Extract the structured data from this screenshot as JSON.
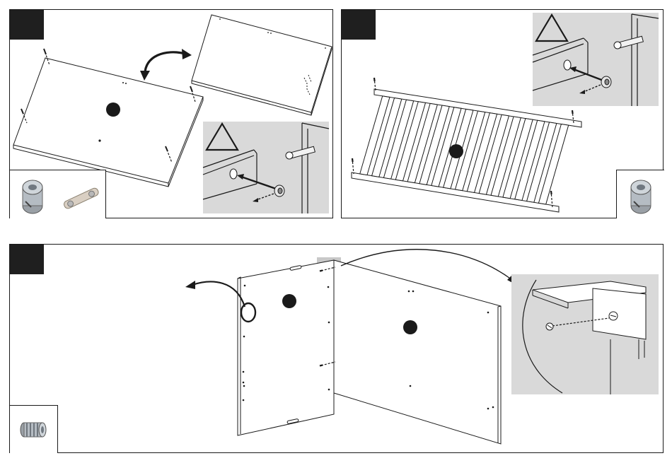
{
  "page": {
    "background": "#ffffff"
  },
  "colors": {
    "step_badge": "#1f1f1f",
    "detail_background": "#d9d9d9",
    "line": "#1a1a1a",
    "highlight": "#c8c8c8"
  },
  "panels": [
    {
      "step_label": "",
      "scene": "flip-panel",
      "detail": "cam-lock-insert-warning",
      "parts": [
        "cam-lock-nut-icon",
        "hinge-bracket-icon"
      ]
    },
    {
      "step_label": "",
      "scene": "slatted-frame",
      "detail": "cam-lock-insert-warning",
      "parts": [
        "cam-lock-nut-icon"
      ]
    },
    {
      "step_label": "",
      "scene": "join-panels",
      "detail": "screw-into-cam-magnified",
      "parts": [
        "threaded-insert-icon"
      ]
    }
  ]
}
